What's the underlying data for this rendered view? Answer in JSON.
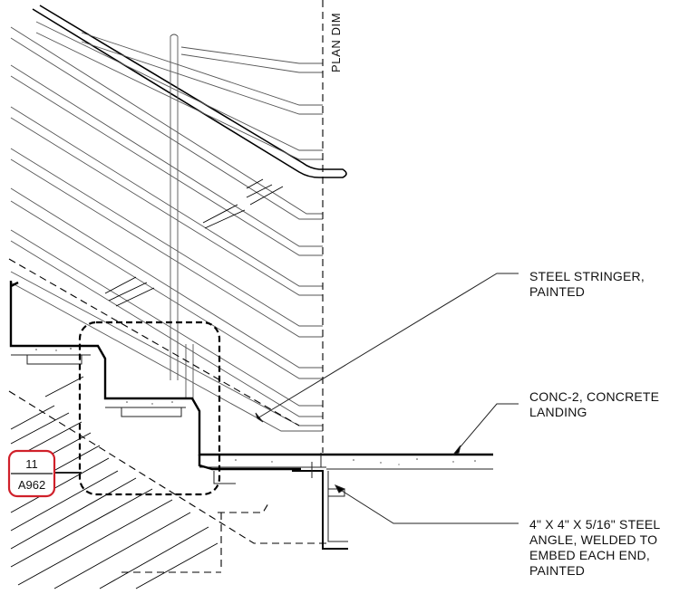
{
  "plan_dim_label": "PLAN DIM",
  "notes": {
    "stringer": [
      "STEEL STRINGER,",
      "PAINTED"
    ],
    "landing": [
      "CONC-2, CONCRETE",
      "LANDING"
    ],
    "angle": [
      "4\" X 4\" X 5/16\" STEEL",
      "ANGLE, WELDED TO",
      "EMBED EACH END,",
      "PAINTED"
    ]
  },
  "detail_tag": {
    "number": "11",
    "sheet": "A962",
    "color": "#d0202a"
  },
  "colors": {
    "linework": "#000000",
    "background": "#ffffff"
  }
}
